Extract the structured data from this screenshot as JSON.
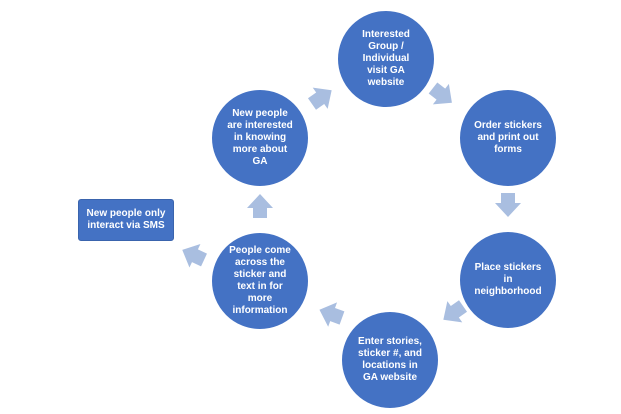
{
  "colors": {
    "circle": "#4472c4",
    "circle_stroke": "#ffffff",
    "arrow": "#a9bee0",
    "box": "#4472c4",
    "text": "#ffffff"
  },
  "nodes": {
    "visit_website": "Interested\nGroup /\nIndividual\nvisit  GA\nwebsite",
    "order_stickers": "Order stickers\nand print out\nforms",
    "place_stickers": "Place stickers\nin\nneighborhood",
    "enter_stories": "Enter stories,\nsticker #, and\nlocations in\nGA website",
    "people_come_across": "People come\nacross the\nsticker and\ntext in for\nmore\ninformation",
    "new_people_interested": "New people\nare interested\nin knowing\nmore about\nGA"
  },
  "side_box": {
    "label": "New people only\ninteract via SMS"
  }
}
